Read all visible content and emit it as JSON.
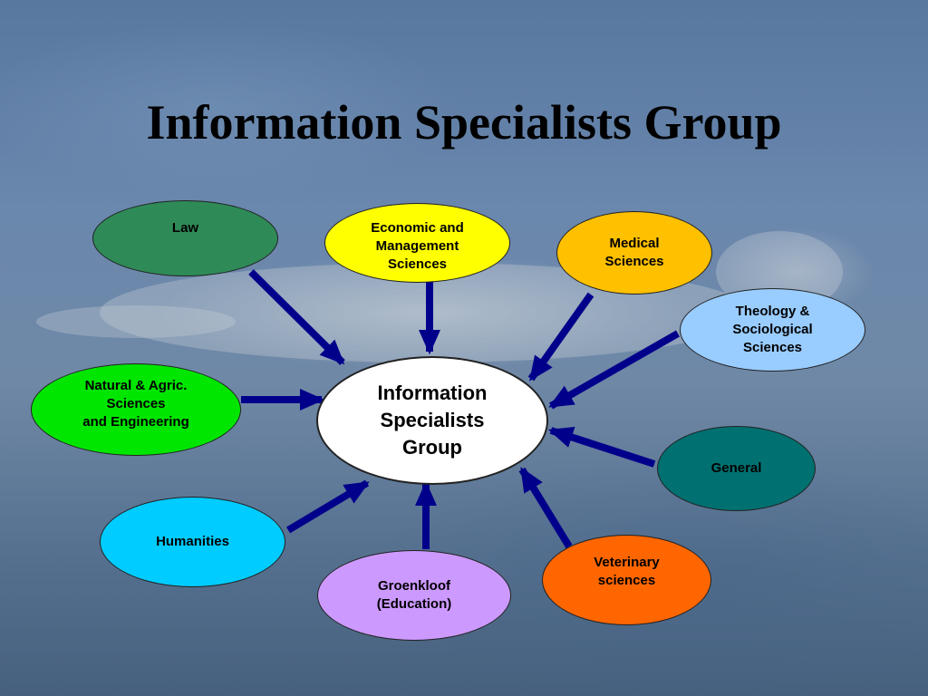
{
  "slide": {
    "title": "Information Specialists Group"
  },
  "diagram": {
    "center": {
      "label": "Information\nSpecialists\nGroup",
      "color": "#ffffff"
    },
    "nodes": [
      {
        "id": "law",
        "label": "Law",
        "color": "#2e8b57"
      },
      {
        "id": "economic",
        "label": "Economic and\nManagement\nSciences",
        "color": "#ffff00"
      },
      {
        "id": "medical",
        "label": "Medical\nSciences",
        "color": "#ffc000"
      },
      {
        "id": "theology",
        "label": "Theology &\nSociological\nSciences",
        "color": "#99ccff"
      },
      {
        "id": "natural",
        "label": "Natural &  Agric.\nSciences\nand  Engineering",
        "color": "#00e600"
      },
      {
        "id": "general",
        "label": "General",
        "color": "#007070"
      },
      {
        "id": "humanities",
        "label": "Humanities",
        "color": "#00ccff"
      },
      {
        "id": "groenkloof",
        "label": "Groenkloof\n(Education)",
        "color": "#cc99ff"
      },
      {
        "id": "veterinary",
        "label": "Veterinary\nsciences",
        "color": "#ff6600"
      }
    ],
    "arrow_color": "#00008b"
  }
}
